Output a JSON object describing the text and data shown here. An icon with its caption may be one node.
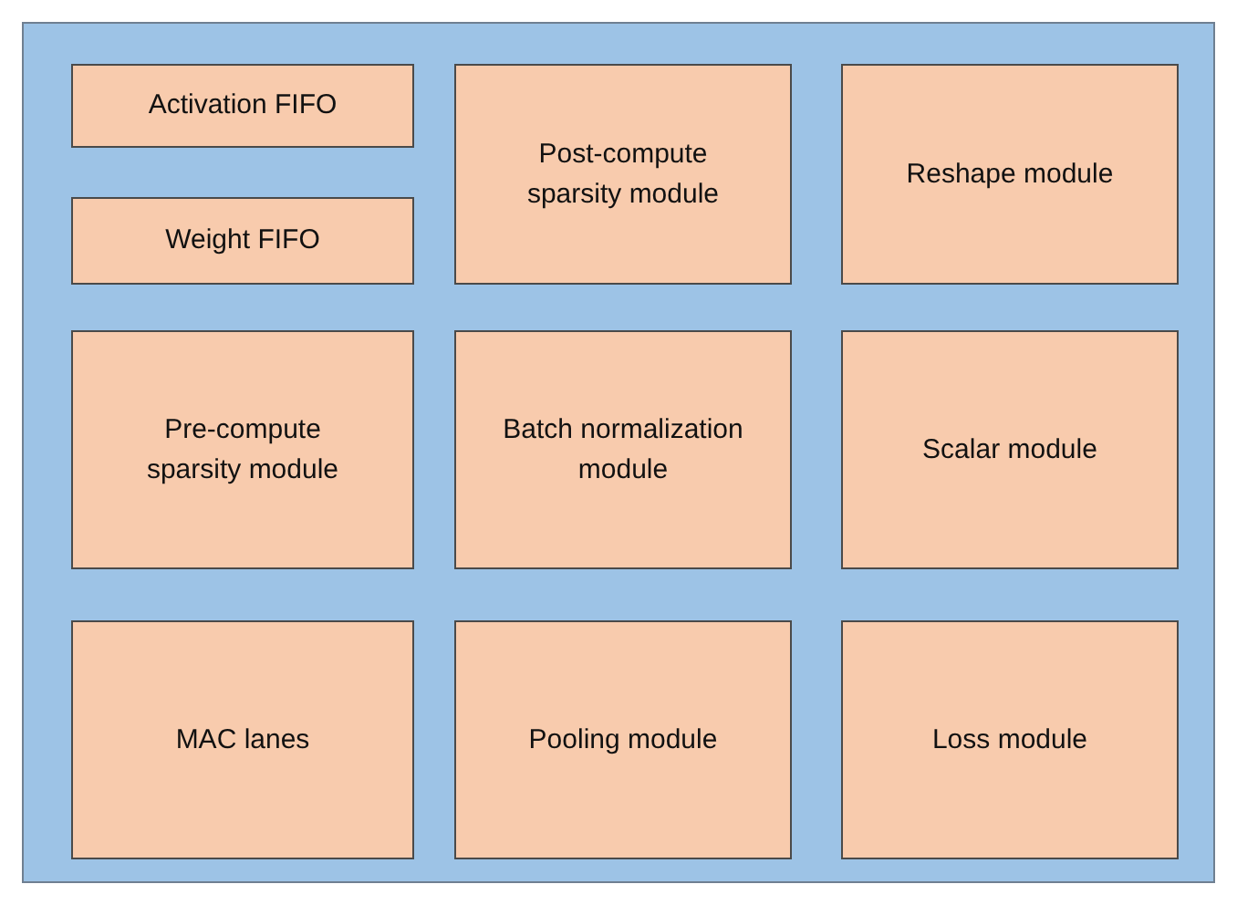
{
  "diagram": {
    "nodes": [
      {
        "text": [],
        "shape": "box"
      },
      {
        "text": [
          "Activation FIFO"
        ],
        "in": 0
      },
      {
        "text": [
          "Weight FIFO"
        ],
        "in": 0
      },
      {
        "text": [
          "Post-compute sparsity module"
        ],
        "in": 0
      },
      {
        "text": [
          "Reshape module"
        ],
        "in": 0
      },
      {
        "text": [
          "Pre-compute sparsity module"
        ],
        "in": 0
      },
      {
        "text": [
          "Batch normalization module"
        ],
        "in": 0
      },
      {
        "text": [
          "Scalar module"
        ],
        "in": 0
      },
      {
        "text": [
          "MAC lanes"
        ],
        "in": 0
      },
      {
        "text": [
          "Pooling module"
        ],
        "in": 0
      },
      {
        "text": [
          "Loss module"
        ],
        "in": 0
      }
    ]
  }
}
